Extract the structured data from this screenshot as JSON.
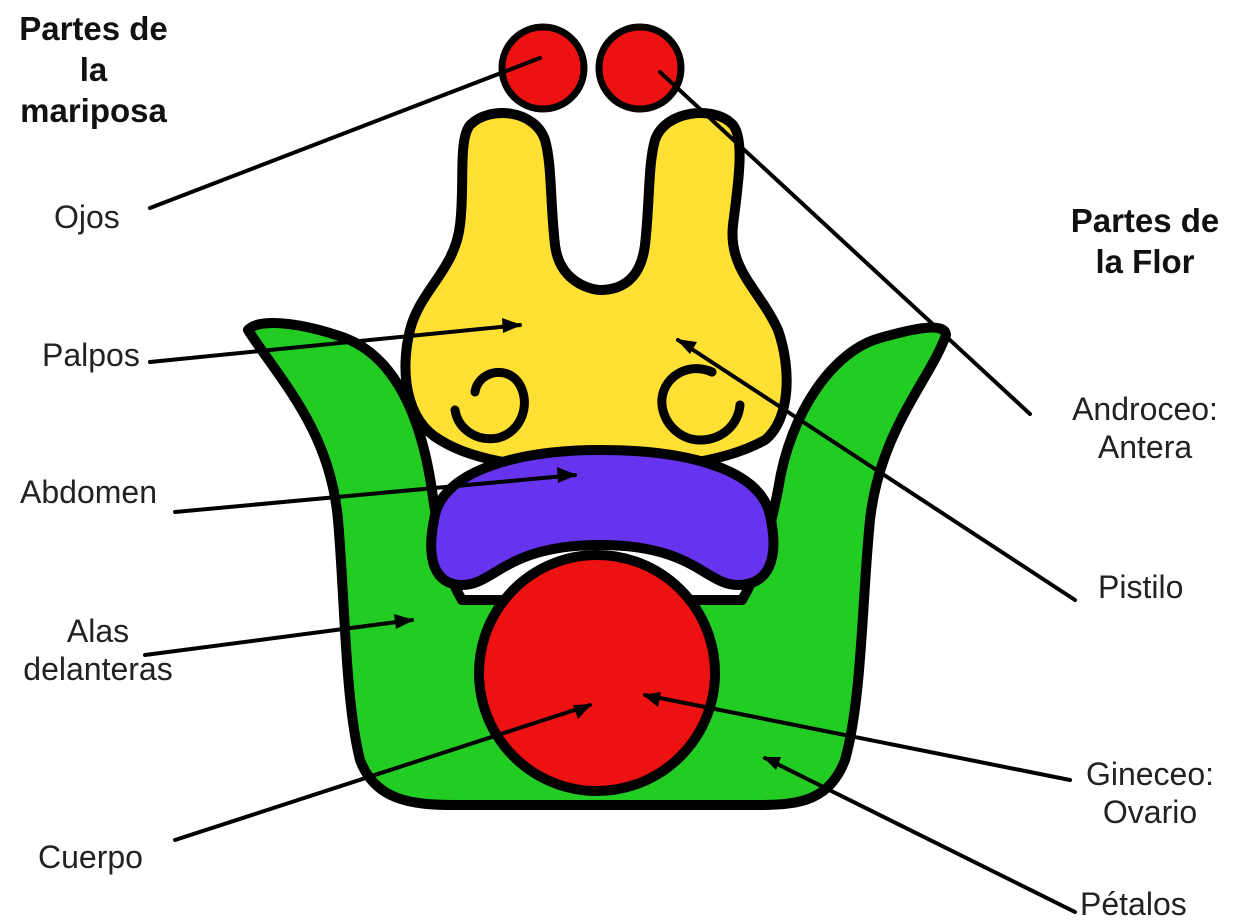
{
  "headings": {
    "butterfly": [
      "Partes de",
      "la",
      "mariposa"
    ],
    "flower": [
      "Partes de",
      "la Flor"
    ]
  },
  "labels": {
    "ojos": "Ojos",
    "palpos": "Palpos",
    "abdomen": "Abdomen",
    "alas": [
      "Alas",
      "delanteras"
    ],
    "cuerpo": "Cuerpo",
    "androceo": [
      "Androceo:",
      "Antera"
    ],
    "pistilo": "Pistilo",
    "gineceo": [
      "Gineceo:",
      "Ovario"
    ],
    "petalos": "Pétalos"
  },
  "colors": {
    "eyes_antera": "#ee1111",
    "palps_pistil": "#ffe033",
    "abdomen": "#6633ee",
    "wings_petals": "#22cc22",
    "body_ovary": "#ee1111",
    "outline": "#000000"
  }
}
